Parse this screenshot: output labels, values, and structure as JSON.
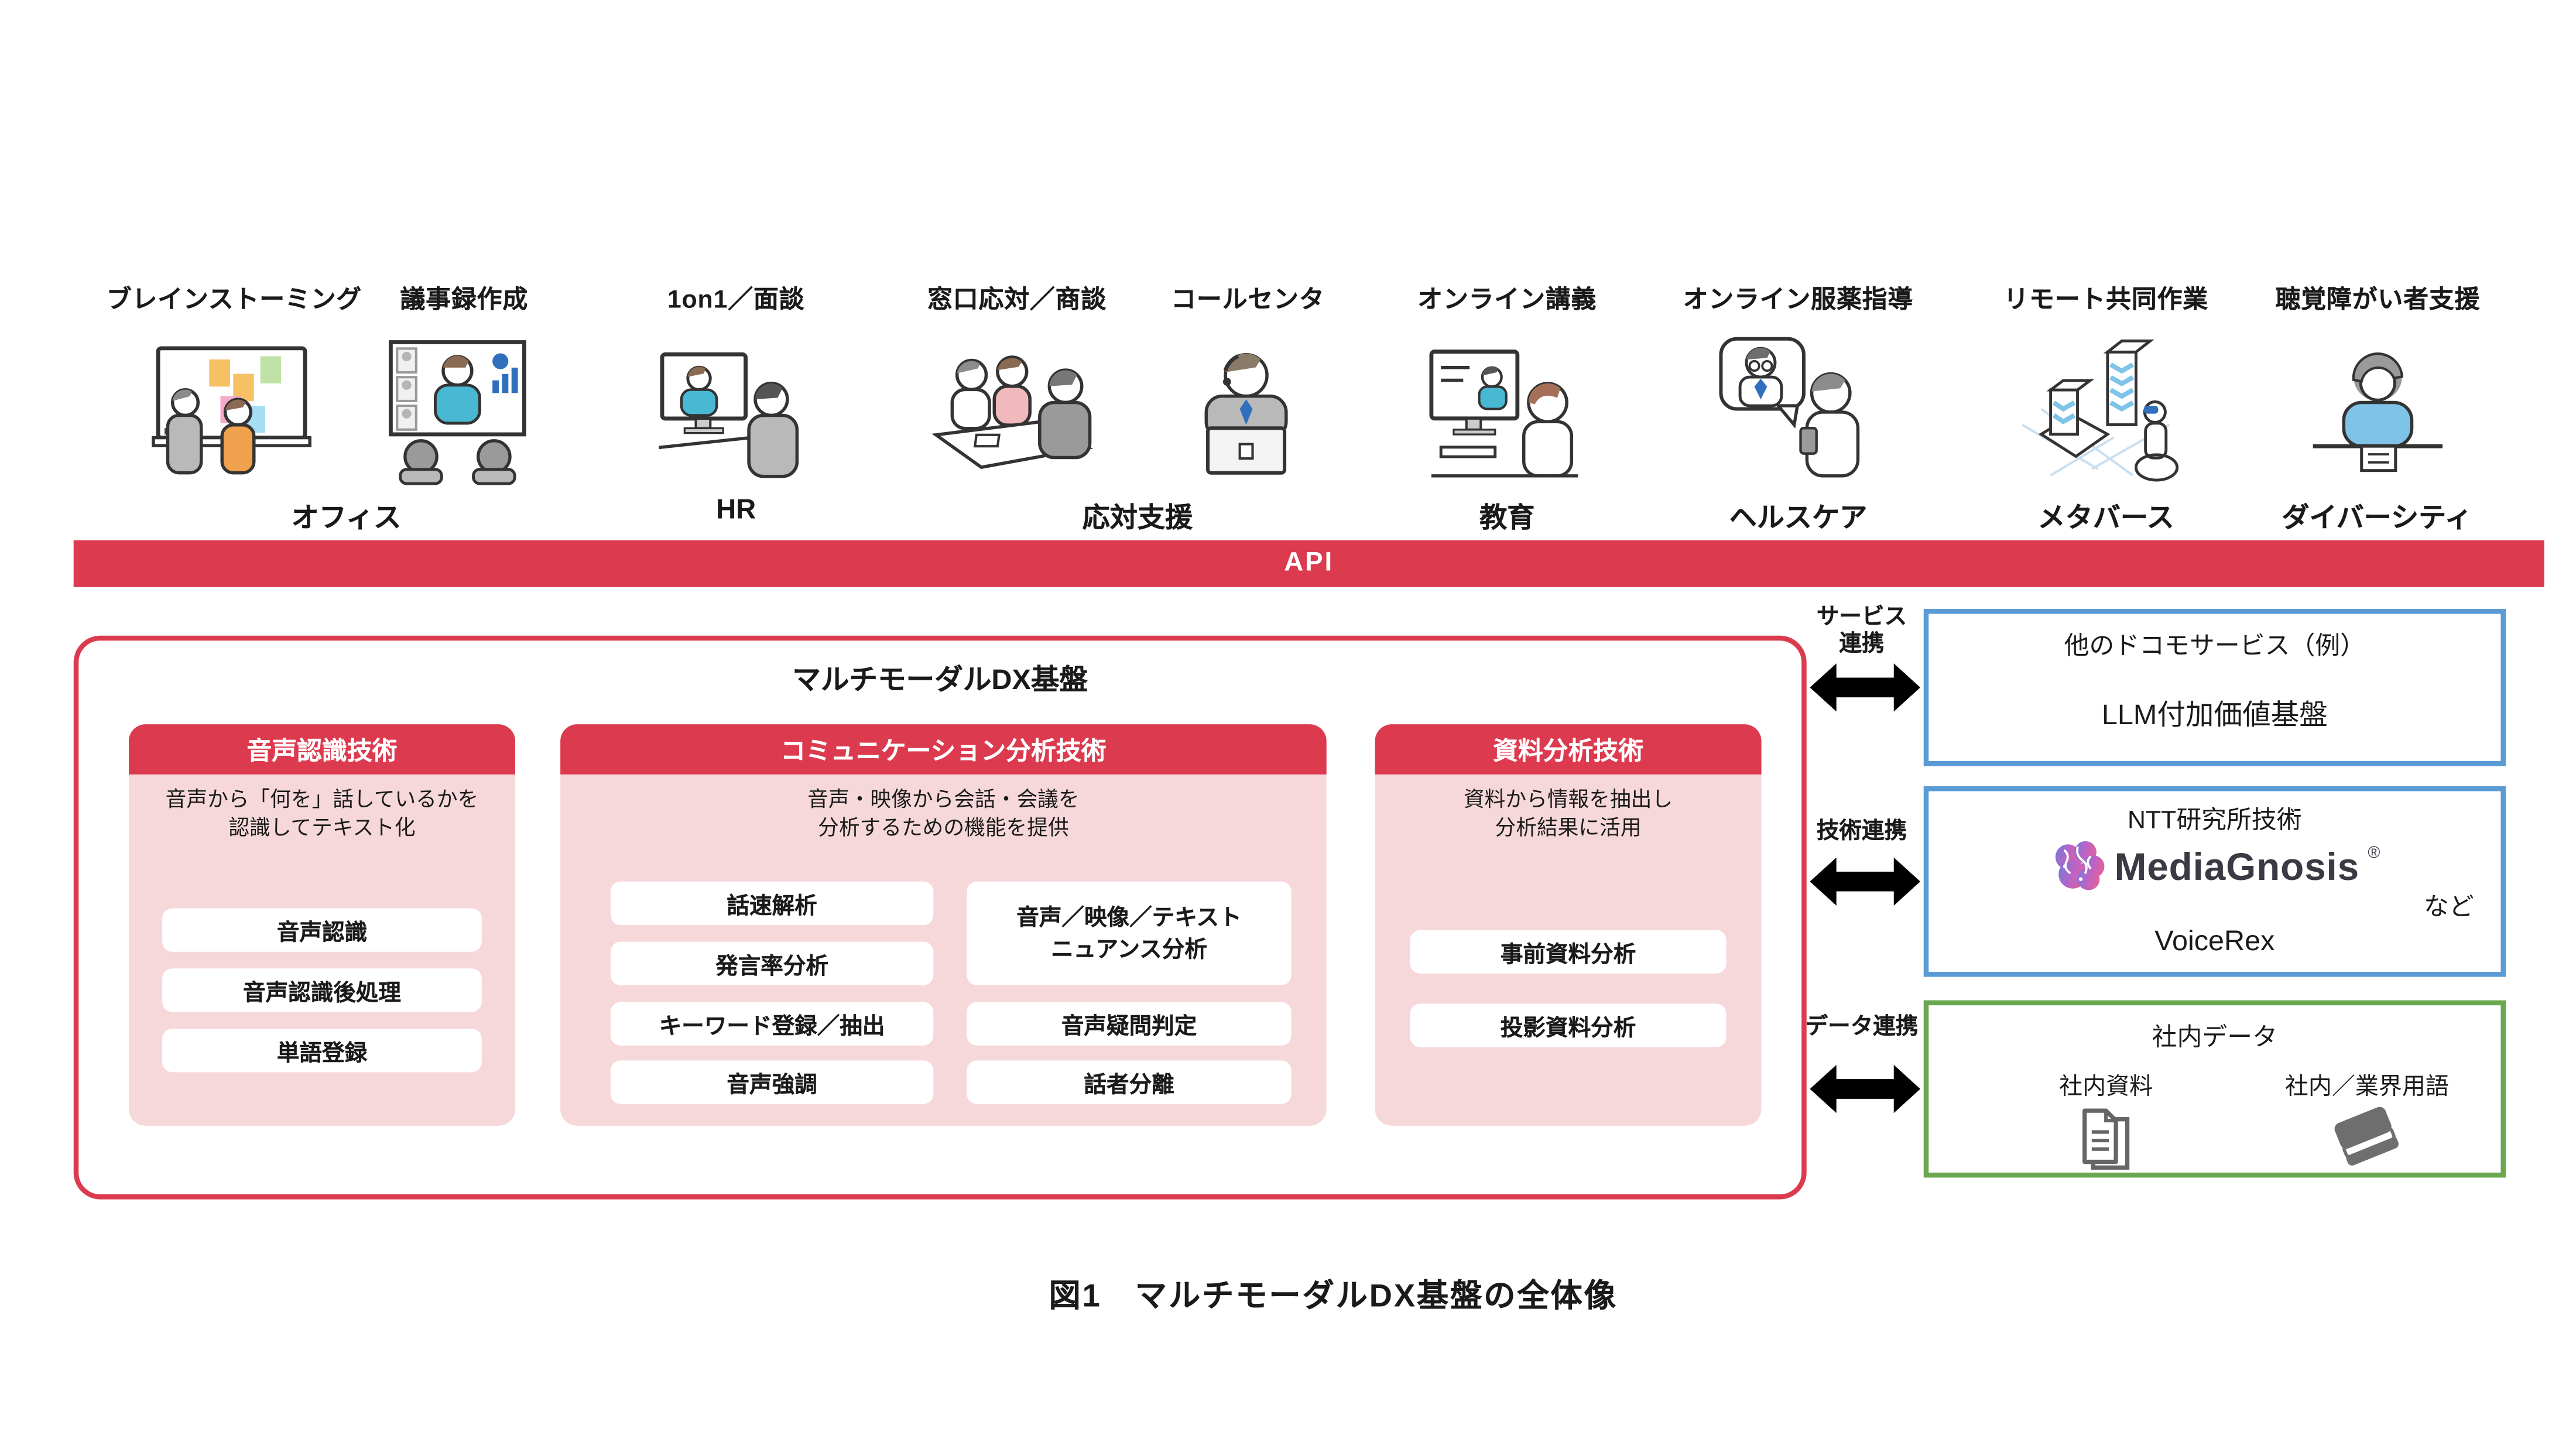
{
  "colors": {
    "red": "#dc3b4f",
    "pink": "#f7d8da",
    "blue_border": "#5b9bd5",
    "green_border": "#6aa84f",
    "arrow": "#000000"
  },
  "use_cases": {
    "labels": {
      "brainstorming": "ブレインストーミング",
      "minutes": "議事録作成",
      "one_on_one": "1on1／面談",
      "counter": "窓口応対／商談",
      "call_center": "コールセンタ",
      "lecture": "オンライン講義",
      "pharmacy": "オンライン服薬指導",
      "remote_work": "リモート共同作業",
      "hearing_support": "聴覚障がい者支援"
    },
    "categories": {
      "office": "オフィス",
      "hr": "HR",
      "support": "応対支援",
      "education": "教育",
      "healthcare": "ヘルスケア",
      "metaverse": "メタバース",
      "diversity": "ダイバーシティ"
    }
  },
  "api_bar": {
    "label": "API"
  },
  "platform": {
    "title": "マルチモーダルDX基盤",
    "speech": {
      "title": "音声認識技術",
      "desc1": "音声から「何を」話しているかを",
      "desc2": "認識してテキスト化",
      "items": [
        "音声認識",
        "音声認識後処理",
        "単語登録"
      ]
    },
    "communication": {
      "title": "コミュニケーション分析技術",
      "desc1": "音声・映像から会話・会議を",
      "desc2": "分析するための機能を提供",
      "items_left": [
        "話速解析",
        "発言率分析",
        "キーワード登録／抽出",
        "音声強調"
      ],
      "nuance1": "音声／映像／テキスト",
      "nuance2": "ニュアンス分析",
      "items_right": [
        "音声疑問判定",
        "話者分離"
      ]
    },
    "document": {
      "title": "資料分析技術",
      "desc1": "資料から情報を抽出し",
      "desc2": "分析結果に活用",
      "items": [
        "事前資料分析",
        "投影資料分析"
      ]
    }
  },
  "connections": {
    "service": {
      "label1": "サービス",
      "label2": "連携"
    },
    "technology": {
      "label": "技術連携"
    },
    "data": {
      "label": "データ連携"
    }
  },
  "partners": {
    "docomo": {
      "title": "他のドコモサービス（例）",
      "content": "LLM付加価値基盤"
    },
    "ntt": {
      "title": "NTT研究所技術",
      "logo_text": "MediaGnosis",
      "reg_mark": "®",
      "product": "VoiceRex",
      "etc": "など"
    },
    "internal": {
      "title": "社内データ",
      "item1": "社内資料",
      "item2": "社内／業界用語"
    }
  },
  "caption": "図1　マルチモーダルDX基盤の全体像",
  "icons": {
    "use_case": [
      "brainstorming-icon",
      "minutes-icon",
      "one-on-one-icon",
      "counter-service-icon",
      "call-center-icon",
      "online-lecture-icon",
      "medication-guidance-icon",
      "metaverse-icon",
      "hearing-support-icon"
    ],
    "partner": [
      "brain-logo-icon",
      "document-icon",
      "book-icon"
    ],
    "connector": "double-arrow-icon"
  }
}
